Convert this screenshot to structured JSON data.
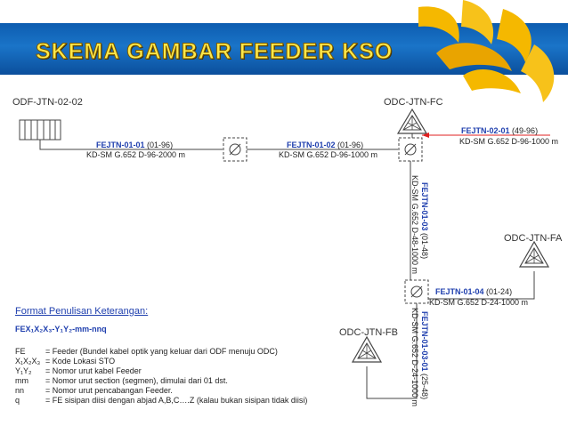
{
  "title": "SKEMA GAMBAR FEEDER KSO",
  "nodes": {
    "odf": "ODF-JTN-02-02",
    "odc_fc": "ODC-JTN-FC",
    "odc_fa": "ODC-JTN-FA",
    "odc_fb": "ODC-JTN-FB"
  },
  "cables": [
    {
      "code": "FEJTN-01-01",
      "range": "(01-96)",
      "spec": "KD-SM G.652 D-96-2000 m"
    },
    {
      "code": "FEJTN-01-02",
      "range": "(01-96)",
      "spec": "KD-SM G.652 D-96-1000 m"
    },
    {
      "code": "FEJTN-02-01",
      "range": "(49-96)",
      "spec": "KD-SM G.652 D-96-1000 m"
    },
    {
      "code": "FEJTN-01-03",
      "range": "(01-48)",
      "spec": "KD-SM G.652 D-48-1000 m"
    },
    {
      "code": "FEJTN-01-04",
      "range": "(01-24)",
      "spec": "KD-SM G.652 D-24-1000 m"
    },
    {
      "code": "FEJTN-01-03-01",
      "range": "(25-48)",
      "spec": "KD-SM G.652 D-24-1000 m"
    }
  ],
  "legend": {
    "title": "Format Penulisan Keterangan:",
    "formula": "FEX₁X₂X₃-Y₁Y₂-mm-nnq",
    "rows": [
      {
        "key": "FE",
        "value": "= Feeder (Bundel kabel optik yang keluar dari ODF menuju ODC)"
      },
      {
        "key": "X₁X₂X₃",
        "value": "= Kode Lokasi STO"
      },
      {
        "key": "Y₁Y₂",
        "value": "= Nomor urut kabel Feeder"
      },
      {
        "key": "mm",
        "value": "= Nomor urut section (segmen), dimulai dari 01 dst."
      },
      {
        "key": "nn",
        "value": "= Nomor urut pencabangan Feeder."
      },
      {
        "key": "q",
        "value": "= FE sisipan diisi dengan abjad A,B,C….Z (kalau bukan sisipan tidak diisi)"
      }
    ]
  },
  "colors": {
    "title_text": "#ffe94a",
    "title_bar": "#1a74c8",
    "cable_label": "#1f3fae",
    "insert_line": "#e02020",
    "logo_yellow": "#f5b800"
  }
}
